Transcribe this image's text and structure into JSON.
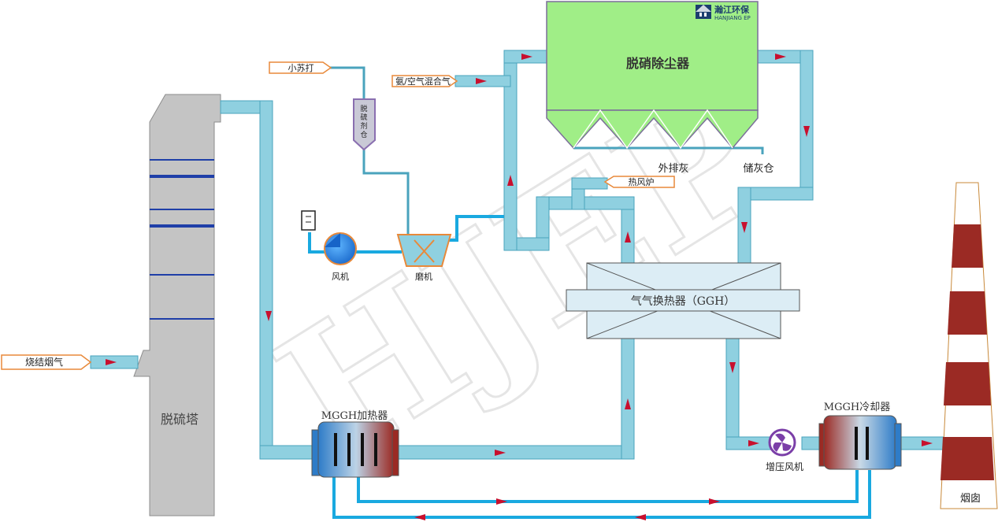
{
  "brand": {
    "name": "瀚江环保",
    "sub": "HANJIANG EP",
    "watermark": "HJEP"
  },
  "colors": {
    "duct": "#8fd0e0",
    "duct_edge": "#4aa3bd",
    "thin_pipe": "#19a9e0",
    "arrow": "#c8102e",
    "filter_fill": "#a0ee87",
    "tower_fill": "#c4c4c4",
    "chimney_red": "#9b2a24",
    "label_border": "#e8893a",
    "fan_purple": "#7b3fa8"
  },
  "equipment": {
    "desulfurization_tower": "脱硫塔",
    "denitration_filter": "脱硝除尘器",
    "ggh": "气气换热器（GGH）",
    "mggh_heater": "MGGH加热器",
    "mggh_cooler": "MGGH冷却器",
    "booster_fan": "增压风机",
    "chimney": "烟囱",
    "fan": "风机",
    "mill": "磨机",
    "silo": "脱硫剂仓"
  },
  "inputs": {
    "sinter_gas": "烧结烟气",
    "soda": "小苏打",
    "ammonia_air": "氨/空气混合气",
    "hot_stove": "热风炉"
  },
  "outputs": {
    "ash_out": "外排灰",
    "ash_silo": "储灰仓"
  }
}
